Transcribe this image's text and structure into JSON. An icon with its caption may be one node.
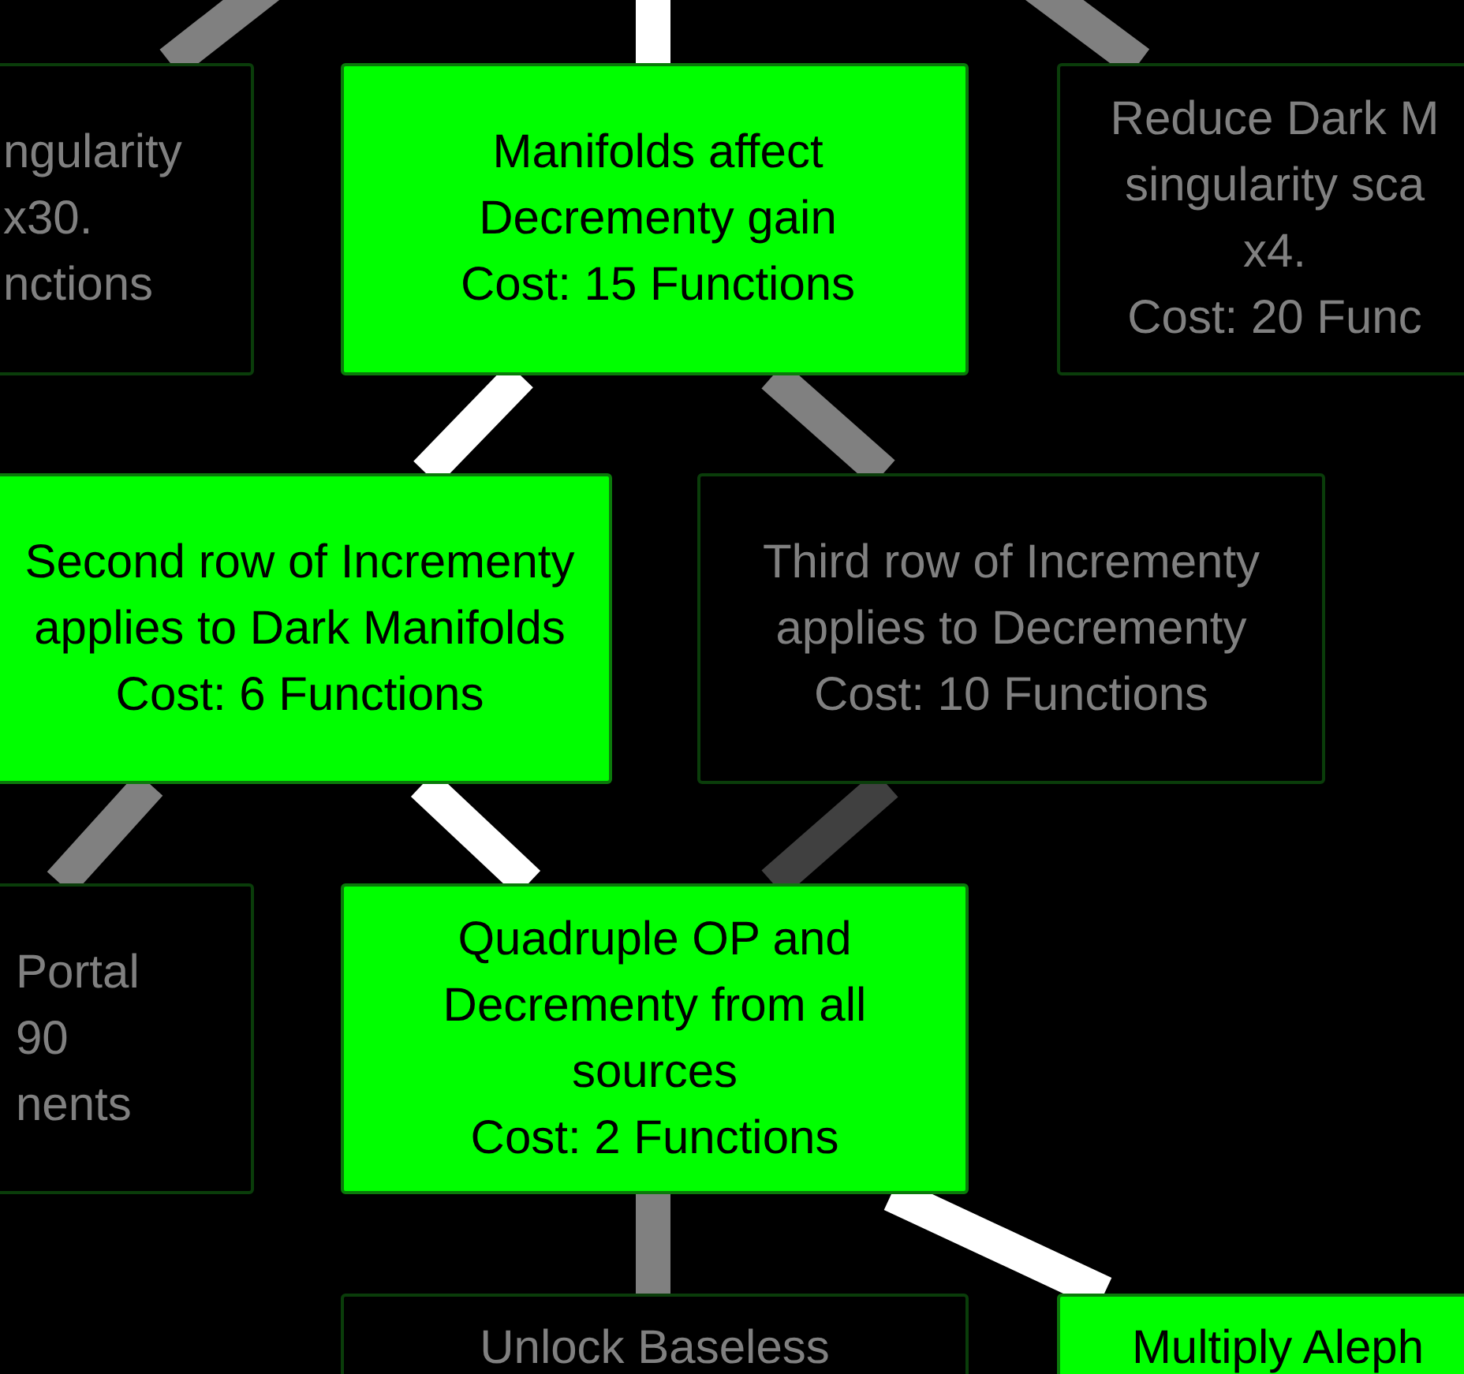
{
  "diagram": {
    "nodes": [
      {
        "text": [
          "ngularity x30.",
          "nctions"
        ]
      },
      {
        "text": [
          "Manifolds affect Decrementy gain",
          "Cost: 15 Functions"
        ]
      },
      {
        "text": [
          "Reduce Dark M singularity sca x4.",
          "Cost: 20 Func"
        ]
      },
      {
        "text": [
          "Second row of Incrementy applies to Dark Manifolds",
          "Cost: 6 Functions"
        ]
      },
      {
        "text": [
          "Third row of Incrementy applies to Decrementy",
          "Cost: 10 Functions"
        ]
      },
      {
        "text": [
          "Portal 90 nents"
        ]
      },
      {
        "text": [
          "Quadruple OP and Decrementy from all sources",
          "Cost: 2 Functions"
        ]
      },
      {
        "text": [
          "Unlock Baseless"
        ]
      },
      {
        "text": [
          "Multiply Aleph"
        ]
      }
    ],
    "edges": [
      {
        "from": null,
        "to": 0,
        "arrow": "none"
      },
      {
        "from": null,
        "to": 1,
        "arrow": "none",
        "color": "#ffffff"
      },
      {
        "from": null,
        "to": 2,
        "arrow": "none"
      },
      {
        "from": 1,
        "to": 3,
        "arrow": "none",
        "color": "#ffffff"
      },
      {
        "from": 1,
        "to": 4,
        "arrow": "none"
      },
      {
        "from": 3,
        "to": 5,
        "arrow": "none"
      },
      {
        "from": 3,
        "to": 6,
        "arrow": "none",
        "color": "#ffffff"
      },
      {
        "from": 4,
        "to": 6,
        "arrow": "none",
        "color": "#404040"
      },
      {
        "from": 6,
        "to": 7,
        "arrow": "none"
      },
      {
        "from": 6,
        "to": 8,
        "arrow": "none",
        "color": "#ffffff"
      }
    ]
  }
}
